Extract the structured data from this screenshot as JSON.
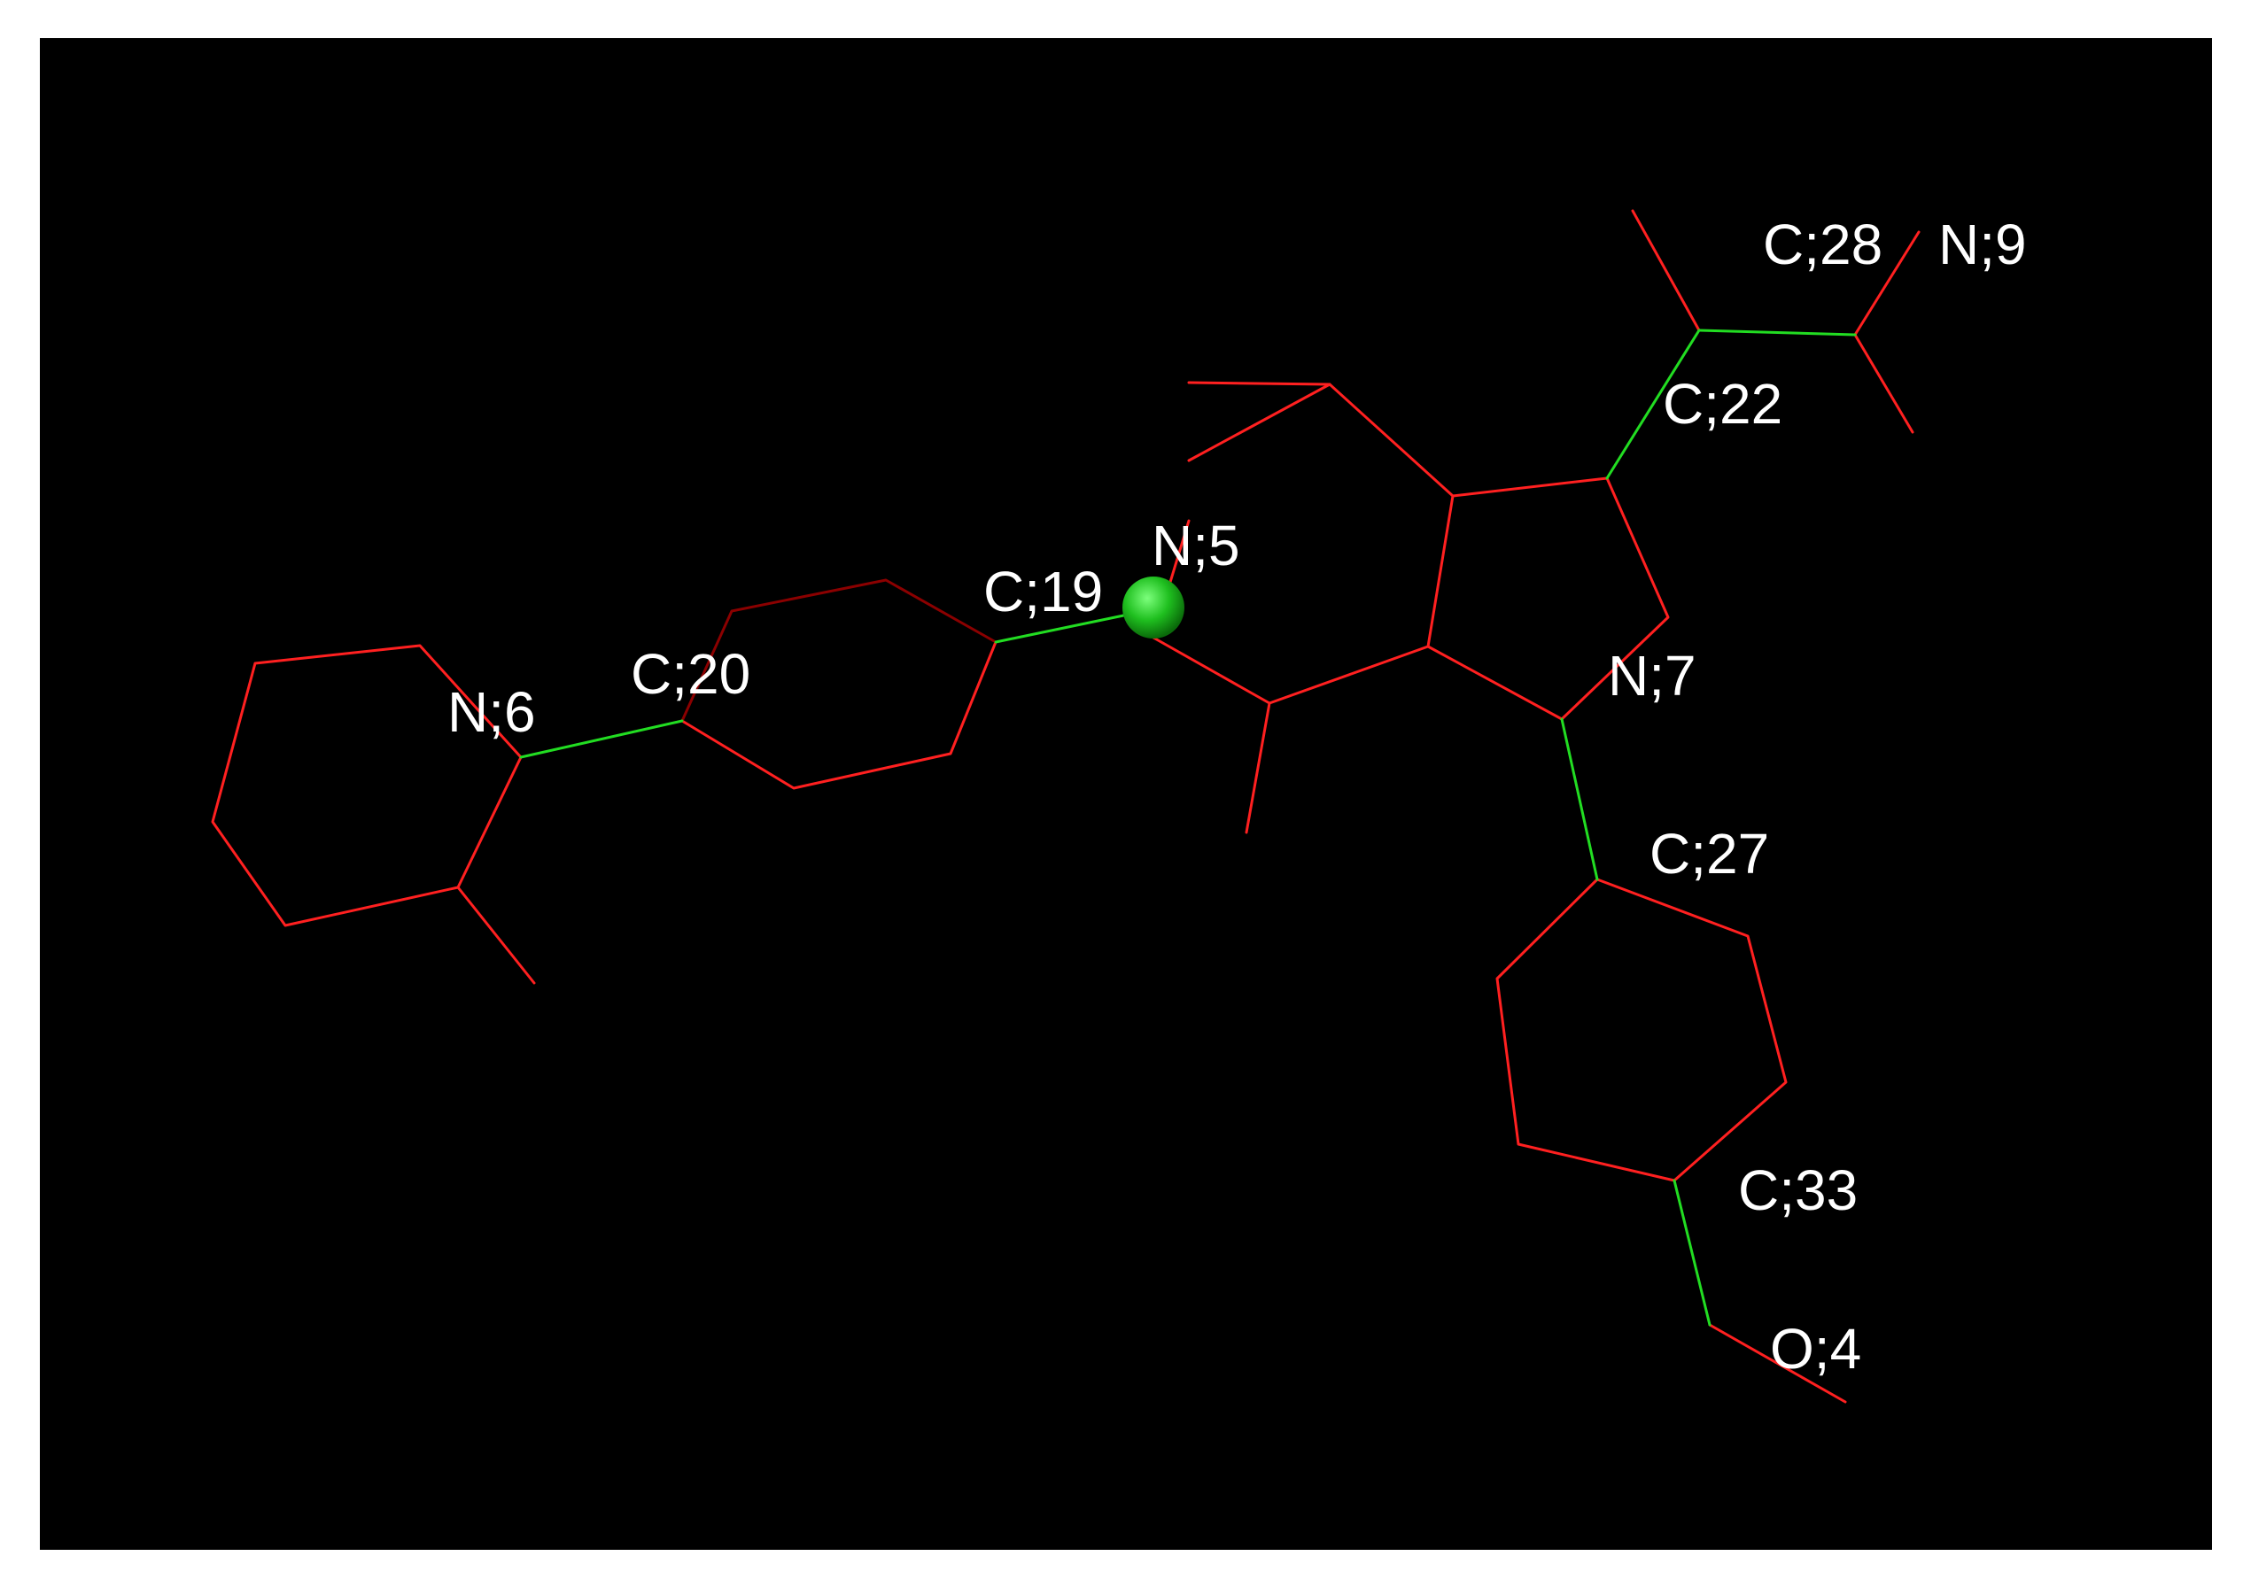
{
  "colors": {
    "background": "#000000",
    "frame": "#ffffff",
    "bond_default": "#ff2020",
    "bond_dark": "#8b0000",
    "bond_selected": "#22dd22",
    "marker": "#1fbf1f",
    "label": "#ffffff"
  },
  "labels": {
    "n6": "N;6",
    "c20": "C;20",
    "c19": "C;19",
    "n5": "N;5",
    "c22": "C;22",
    "c28": "C;28",
    "n9": "N;9",
    "n7": "N;7",
    "c27": "C;27",
    "c33": "C;33",
    "o4": "O;4"
  }
}
